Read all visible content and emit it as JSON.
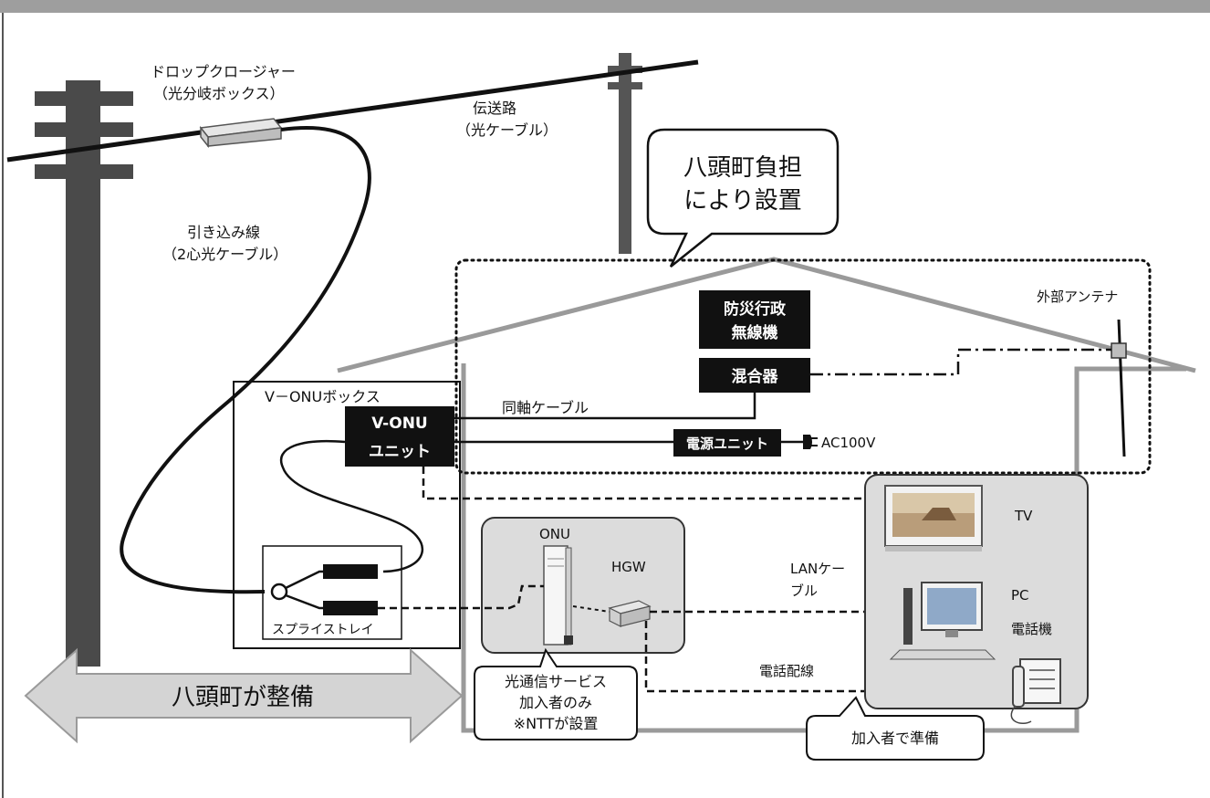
{
  "labels": {
    "drop_closure_line1": "ドロップクロージャー",
    "drop_closure_line2": "（光分岐ボックス）",
    "transmission_line1": "伝送路",
    "transmission_line2": "（光ケーブル）",
    "callout_top_line1": "八頭町負担",
    "callout_top_line2": "により設置",
    "drop_wire_line1": "引き込み線",
    "drop_wire_line2": "（2心光ケーブル）",
    "outdoor_antenna": "外部アンテナ",
    "disaster_radio_line1": "防災行政",
    "disaster_radio_line2": "無線機",
    "mixer": "混合器",
    "vonu_box": "V－ONUボックス",
    "coax_cable": "同軸ケーブル",
    "vonu_unit_line1": "V-ONU",
    "vonu_unit_line2": "ユニット",
    "power_unit": "電源ユニット",
    "ac100v": "AC100V",
    "tv": "TV",
    "onu": "ONU",
    "hgw": "HGW",
    "lan_cable_line1": "LANケー",
    "lan_cable_line2": "ブル",
    "pc": "PC",
    "telephone": "電話機",
    "splice_tray": "スプライストレイ",
    "phone_wiring": "電話配線",
    "town_maintains": "八頭町が整備",
    "callout_ntt_line1": "光通信サービス",
    "callout_ntt_line2": "加入者のみ",
    "callout_ntt_line3": "※NTTが設置",
    "callout_subscriber": "加入者で準備"
  },
  "colors": {
    "pole": "#4a4a4a",
    "house_outline": "#9a9a9a",
    "panel_fill": "#dcdcdc",
    "box_black": "#111111",
    "arrow_fill": "#d4d4d4",
    "title_bar": "#9e9e9e"
  }
}
